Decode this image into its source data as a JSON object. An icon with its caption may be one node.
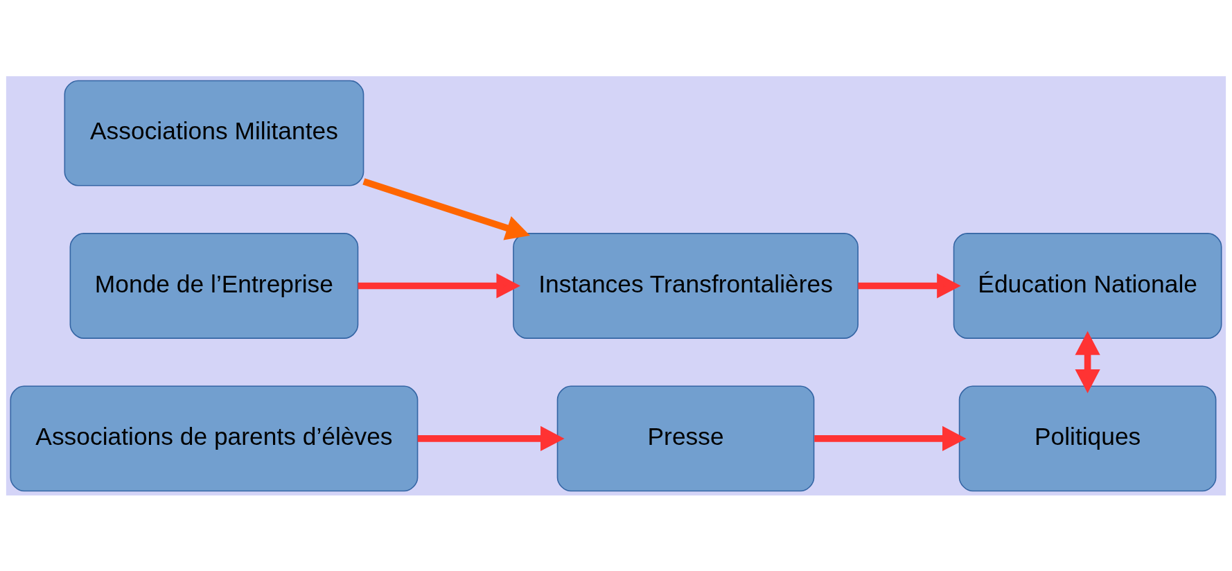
{
  "diagram": {
    "nodes": [
      {
        "text": [
          "Associations Militantes"
        ]
      },
      {
        "text": [
          "Monde de l’Entreprise"
        ]
      },
      {
        "text": [
          "Associations de parents d’élèves"
        ]
      },
      {
        "text": [
          "Instances Transfrontalières"
        ]
      },
      {
        "text": [
          "Presse"
        ]
      },
      {
        "text": [
          "Éducation Nationale"
        ]
      },
      {
        "text": [
          "Politiques"
        ]
      }
    ],
    "edges": [
      {
        "from": 0,
        "to": 3,
        "arrow": "to",
        "color": "#ff6600"
      },
      {
        "from": 1,
        "to": 3,
        "arrow": "to"
      },
      {
        "from": 2,
        "to": 4,
        "arrow": "to"
      },
      {
        "from": 3,
        "to": 5,
        "arrow": "to"
      },
      {
        "from": 4,
        "to": 6,
        "arrow": "to"
      },
      {
        "from": 5,
        "to": 6,
        "arrow": "both"
      }
    ]
  }
}
